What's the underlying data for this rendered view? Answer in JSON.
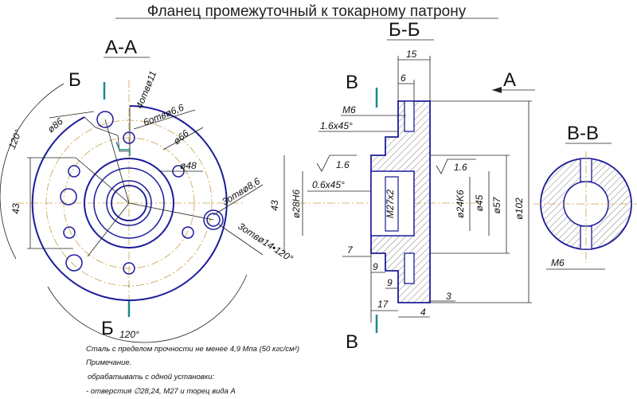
{
  "title": "Фланец промежуточный к токарному патрону",
  "views": {
    "aa": "А-А",
    "bb": "Б-Б",
    "vv": "В-В"
  },
  "section_marks": {
    "b_top": "Б",
    "b_bottom": "Б",
    "v_top": "В",
    "v_bottom": "В",
    "a_arrow": "А"
  },
  "view_aa": {
    "angle_120_left": "120°",
    "angle_120_bottom": "120°",
    "d86": "ø86",
    "holes_4x11": "4отвø11",
    "holes_6x66": "6отвø6,6",
    "d66": "ø66",
    "d48": "ø48",
    "holes_3x86": "3отвø8,6",
    "holes_3x14": "3отвø14•120°",
    "dim_43": "43"
  },
  "view_bb": {
    "dim_15": "15",
    "dim_6": "6",
    "m6": "M6",
    "chamfer_16": "1.6x45°",
    "rough_left": "1.6",
    "rough_right": "1.6",
    "chamfer_06": "0.6x45°",
    "d28h6": "ø28H6",
    "m27x2": "M27x2",
    "d24k6": "ø24K6",
    "d45": "ø45",
    "d57": "ø57",
    "d102": "ø102",
    "dim_43": "43",
    "dim_7": "7",
    "dim_9a": "9",
    "dim_9b": "9",
    "dim_17": "17",
    "dim_4": "4",
    "dim_3": "3"
  },
  "view_vv": {
    "m6": "M6"
  },
  "notes": {
    "material": "Сталь с пределом прочности не менее 4,9 Мпа (50 кгс/см²)",
    "heading": "Примечание.",
    "line1": "обрабатывать с одной установки:",
    "line2": "- отверстия ∅28,24, М27 и торец вида А"
  }
}
